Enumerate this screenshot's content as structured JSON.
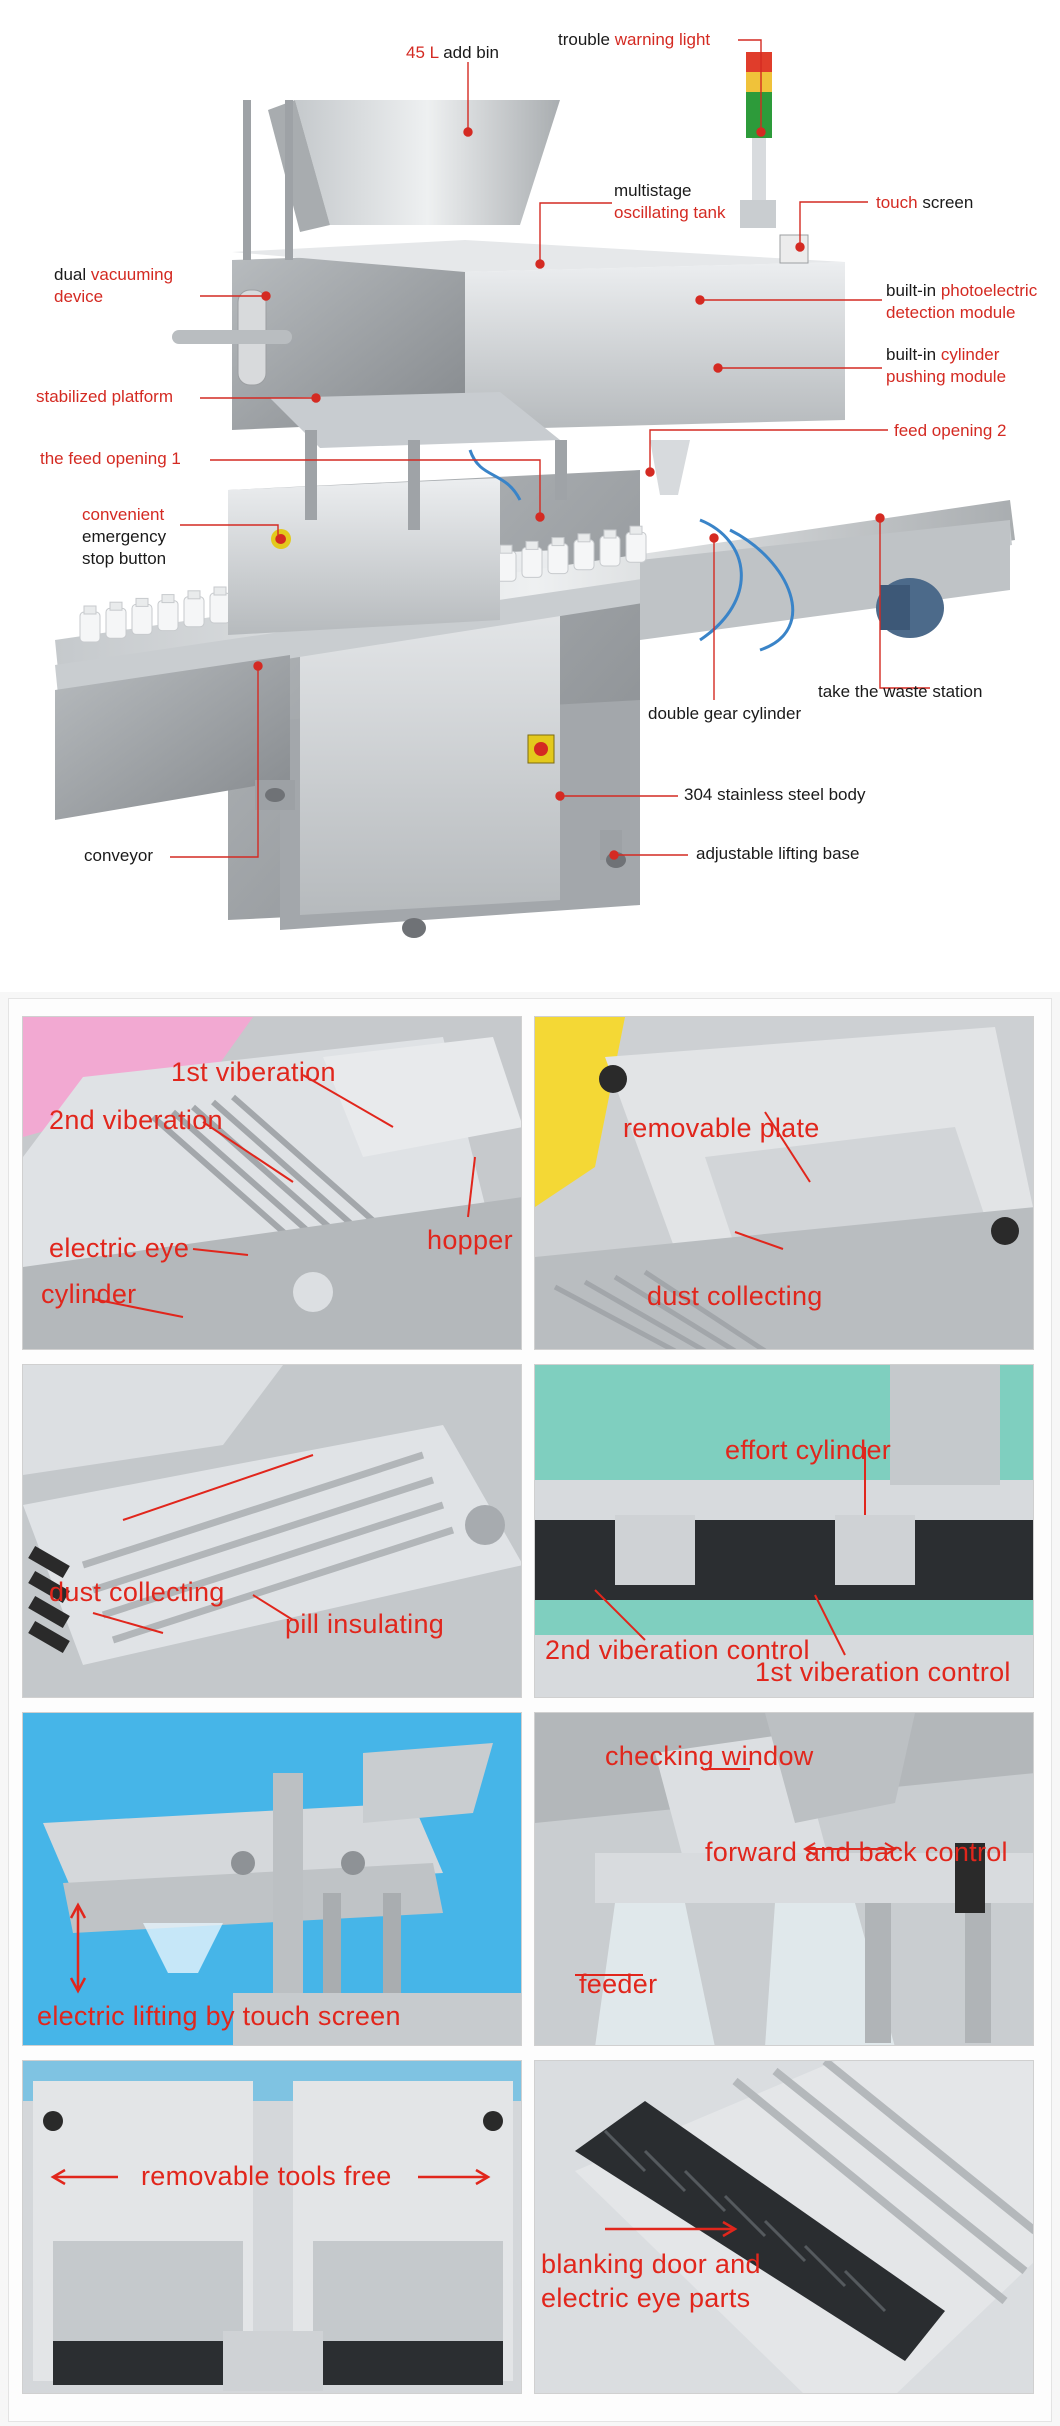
{
  "colors": {
    "label_red": "#d42a22",
    "label_black": "#1a1a1a",
    "leader_red": "#d42a22",
    "steel_light": "#dfe1e3",
    "steel_mid": "#b9bdc0",
    "steel_dark": "#8a8e92",
    "panel_pink": "#f2a9d2",
    "panel_yellow": "#f4d835",
    "panel_teal": "#7fcfbf",
    "panel_sky": "#46b5e8"
  },
  "callouts": {
    "add_bin": {
      "red": "45 L",
      "black": " add bin"
    },
    "warning_light": {
      "black": "trouble ",
      "red": "warning light"
    },
    "oscillating_tank": {
      "line1": "multistage",
      "line2": "oscillating tank"
    },
    "touch_screen": {
      "red": "touch",
      "black": " screen"
    },
    "vacuuming": {
      "line1_black": "dual ",
      "line1_red": "vacuuming",
      "line2_red": "device"
    },
    "photoelectric": {
      "line1_black": "built-in ",
      "line1_red": "photoelectric",
      "line2_red": "detection module"
    },
    "cylinder_pushing": {
      "line1_black": "built-in ",
      "line1_red": "cylinder",
      "line2_red": "pushing module"
    },
    "stabilized_platform": {
      "red": "stabilized platform"
    },
    "feed_opening_2": {
      "red": "feed opening 2"
    },
    "feed_opening_1": {
      "red": "the feed opening 1"
    },
    "emergency_stop": {
      "line1_red": "convenient",
      "line2": "emergency",
      "line3": "stop button"
    },
    "waste_station": {
      "black": "take the waste station"
    },
    "double_gear": {
      "black": "double gear cylinder"
    },
    "stainless_body": {
      "black": "304 stainless steel body"
    },
    "conveyor": {
      "black": "conveyor"
    },
    "lifting_base": {
      "black": "adjustable lifting base"
    }
  },
  "panels": [
    {
      "labels": [
        "1st viberation",
        "2nd viberation",
        "electric eye",
        "cylinder",
        "hopper"
      ]
    },
    {
      "labels": [
        "removable plate",
        "dust collecting"
      ]
    },
    {
      "labels": [
        "dust collecting",
        "pill insulating"
      ]
    },
    {
      "labels": [
        "effort cylinder",
        "2nd viberation control",
        "1st viberation control"
      ]
    },
    {
      "labels": [
        "electric lifting by touch screen"
      ]
    },
    {
      "labels": [
        "checking window",
        "forward and back control",
        "feeder"
      ]
    },
    {
      "labels": [
        "removable tools free"
      ]
    },
    {
      "labels": [
        "blanking door and",
        "electric eye parts"
      ]
    }
  ]
}
